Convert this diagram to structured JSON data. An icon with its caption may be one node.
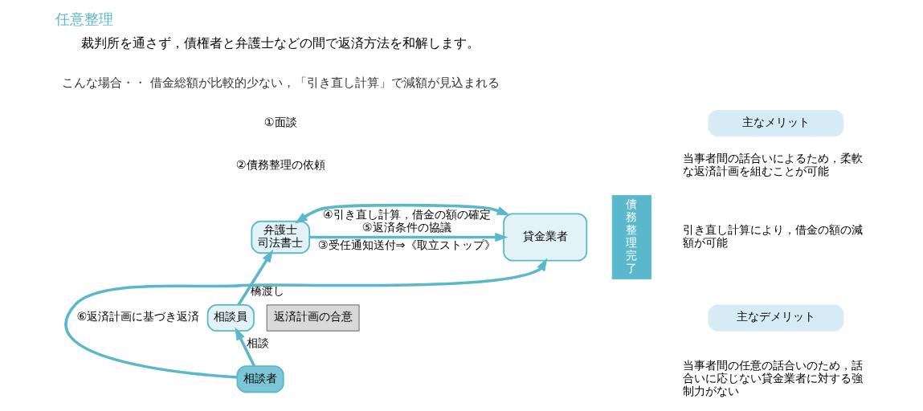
{
  "diagram": {
    "title": "任意整理",
    "nodes": [
      {
        "text": [
          "弁護士",
          "司法書士"
        ]
      },
      {
        "text": [
          "貸金業者"
        ]
      },
      {
        "text": [
          "相談員"
        ]
      },
      {
        "text": [
          "相談者"
        ]
      },
      {
        "text": [
          "返済計画の合意"
        ]
      },
      {
        "text": [
          "債務整理完了"
        ]
      },
      {
        "text": [
          "主なメリット"
        ]
      },
      {
        "text": [
          "主なデメリット"
        ]
      }
    ],
    "edges": [
      {
        "from": 3,
        "to": 2,
        "arrow": "to",
        "label": "相談"
      },
      {
        "from": 2,
        "to": 0,
        "arrow": "to",
        "label": "橋渡し"
      },
      {
        "from": 0,
        "to": 1,
        "arrow": "to",
        "label": "③受任通知送付⇒《取立ストップ》"
      },
      {
        "from": 0,
        "to": 1,
        "arrow": "both",
        "label": "④引き直し計算，借金の額の確定 ⑤返済条件の協議"
      },
      {
        "from": 3,
        "to": 1,
        "arrow": "to",
        "label": "⑥返済計画に基づき返済"
      }
    ],
    "labels": [
      "裁判所を通さず，債権者と弁護士などの間で返済方法を和解します。",
      "こんな場合・・ 借金総額が比較的少ない，「引き直し計算」で減額が見込まれる",
      "①面談",
      "②債務整理の依頼",
      "当事者間の話合いによるため，柔軟な返済計画を組むことが可能",
      "引き直し計算により，借金の額の減額が可能",
      "当事者間の任意の話合いのため，話合いに応じない貸金業者に対する強制力がない"
    ]
  }
}
